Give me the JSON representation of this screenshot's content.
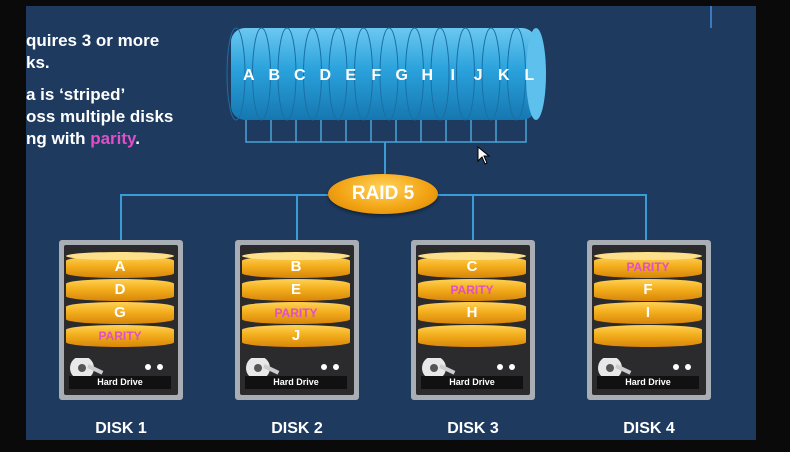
{
  "bullets": {
    "line1a": "quires 3 or more",
    "line1b": "ks.",
    "line2a": "a is ‘striped’",
    "line2b": "oss multiple disks",
    "line2c_pre": "ng with ",
    "line2c_parity": "parity",
    "line2c_post": "."
  },
  "array": {
    "letters": [
      "A",
      "B",
      "C",
      "D",
      "E",
      "F",
      "G",
      "H",
      "I",
      "J",
      "K",
      "L"
    ]
  },
  "raid_label": "RAID 5",
  "disks": [
    {
      "name": "DISK 1",
      "hd": "Hard Drive",
      "blocks": [
        "A",
        "D",
        "G",
        "PARITY"
      ]
    },
    {
      "name": "DISK 2",
      "hd": "Hard Drive",
      "blocks": [
        "B",
        "E",
        "PARITY",
        "J"
      ]
    },
    {
      "name": "DISK 3",
      "hd": "Hard Drive",
      "blocks": [
        "C",
        "PARITY",
        "H",
        ""
      ]
    },
    {
      "name": "DISK 4",
      "hd": "Hard Drive",
      "blocks": [
        "PARITY",
        "F",
        "I",
        ""
      ]
    }
  ],
  "colors": {
    "background": "#1e3a5f",
    "cylinder": "#29a3d9",
    "parity": "#e04fc8",
    "raid_badge": "#f3a516",
    "platter": "#f3ae1d"
  }
}
